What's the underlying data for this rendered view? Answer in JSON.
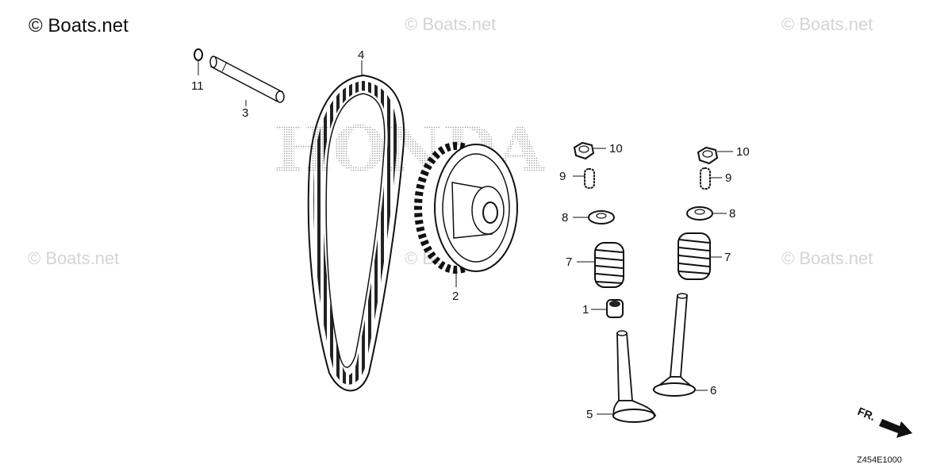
{
  "watermarks": {
    "main": "© Boats.net",
    "faint": "© Boats.net"
  },
  "background_brand": "HONDA",
  "callouts": {
    "p1": "1",
    "p2": "2",
    "p3": "3",
    "p4": "4",
    "p5": "5",
    "p6": "6",
    "p7a": "7",
    "p7b": "7",
    "p8a": "8",
    "p8b": "8",
    "p9a": "9",
    "p9b": "9",
    "p10a": "10",
    "p10b": "10",
    "p11": "11"
  },
  "direction_label": "FR.",
  "diagram_code": "Z454E1000"
}
